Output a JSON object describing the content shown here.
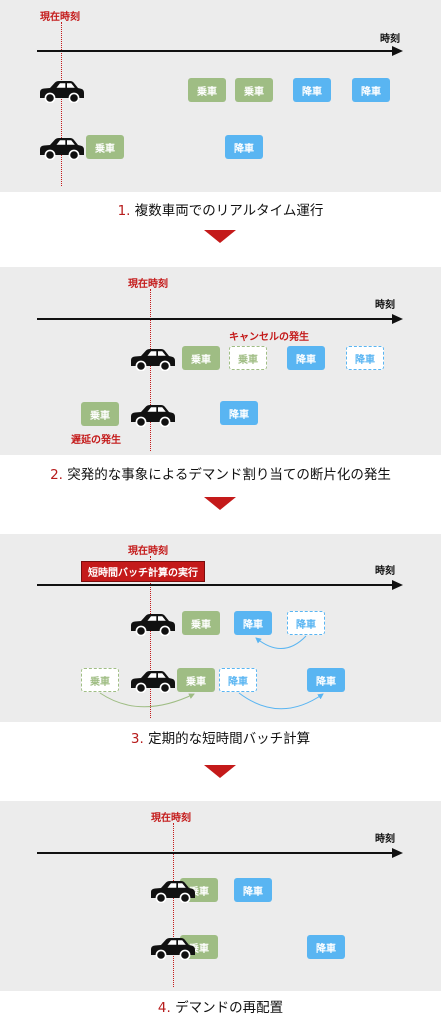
{
  "labels": {
    "now": "現在時刻",
    "time": "時刻",
    "pickup": "乗車",
    "dropoff": "降車"
  },
  "captions": [
    {
      "num": "1.",
      "text": "複数車両でのリアルタイム運行"
    },
    {
      "num": "2.",
      "text": "突発的な事象によるデマンド割り当ての断片化の発生"
    },
    {
      "num": "3.",
      "text": "定期的な短時間バッチ計算"
    },
    {
      "num": "4.",
      "text": "デマンドの再配置"
    }
  ],
  "notes": {
    "cancel": "キャンセルの発生",
    "delay": "遅延の発生",
    "batch": "短時間バッチ計算の実行"
  },
  "colors": {
    "accent": "#c41a1a",
    "pickup": "#9fbd84",
    "dropoff": "#59b5f2",
    "panel": "#ececec"
  }
}
